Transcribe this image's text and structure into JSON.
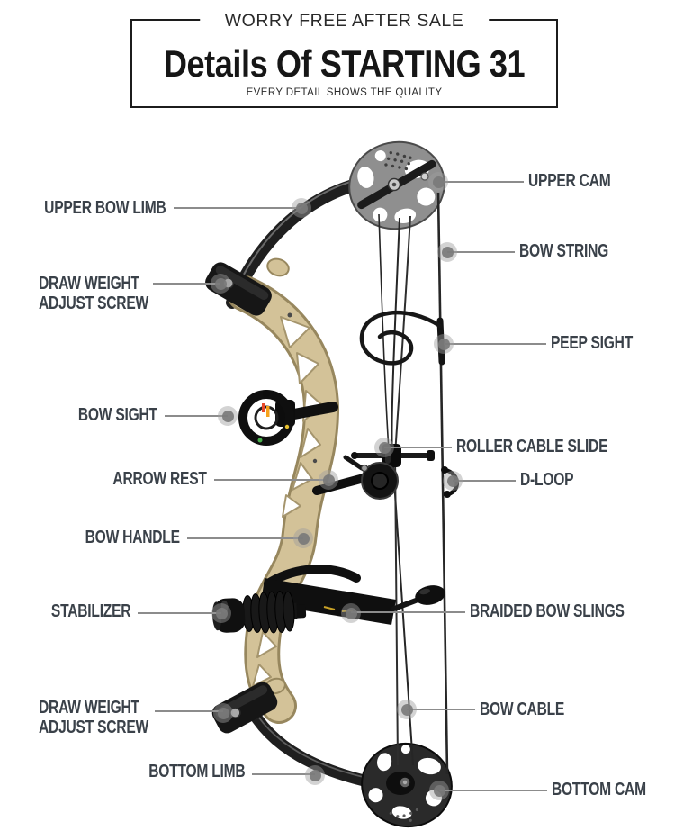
{
  "header": {
    "tagline": "WORRY FREE AFTER SALE",
    "title": "Details Of STARTING 31",
    "subtitle": "EVERY DETAIL SHOWS THE QUALITY"
  },
  "product": "compound bow diagram",
  "callouts": {
    "left": [
      {
        "id": "upper-bow-limb",
        "label": "UPPER BOW LIMB"
      },
      {
        "id": "draw-weight-adjust-screw-top",
        "label": "DRAW WEIGHT ADJUST SCREW"
      },
      {
        "id": "bow-sight",
        "label": "BOW SIGHT"
      },
      {
        "id": "arrow-rest",
        "label": "ARROW REST"
      },
      {
        "id": "bow-handle",
        "label": "BOW HANDLE"
      },
      {
        "id": "stabilizer",
        "label": "STABILIZER"
      },
      {
        "id": "draw-weight-adjust-screw-bottom",
        "label": "DRAW WEIGHT ADJUST SCREW"
      },
      {
        "id": "bottom-limb",
        "label": "BOTTOM LIMB"
      }
    ],
    "right": [
      {
        "id": "upper-cam",
        "label": "UPPER CAM"
      },
      {
        "id": "bow-string",
        "label": "BOW STRING"
      },
      {
        "id": "peep-sight",
        "label": "PEEP SIGHT"
      },
      {
        "id": "roller-cable-slide",
        "label": "ROLLER CABLE SLIDE"
      },
      {
        "id": "d-loop",
        "label": "D-LOOP"
      },
      {
        "id": "braided-bow-slings",
        "label": "BRAIDED BOW SLINGS"
      },
      {
        "id": "bow-cable",
        "label": "BOW CABLE"
      },
      {
        "id": "bottom-cam",
        "label": "BOTTOM CAM"
      }
    ]
  },
  "colors": {
    "label_text": "#3a4149",
    "callout_line": "#8c8c8c",
    "callout_dot": "#7a7a7a",
    "header_border": "#1c1c1c",
    "riser_tan": "#d3c298",
    "hardware_black": "#161616",
    "cam_gray": "#8f8f8f"
  }
}
